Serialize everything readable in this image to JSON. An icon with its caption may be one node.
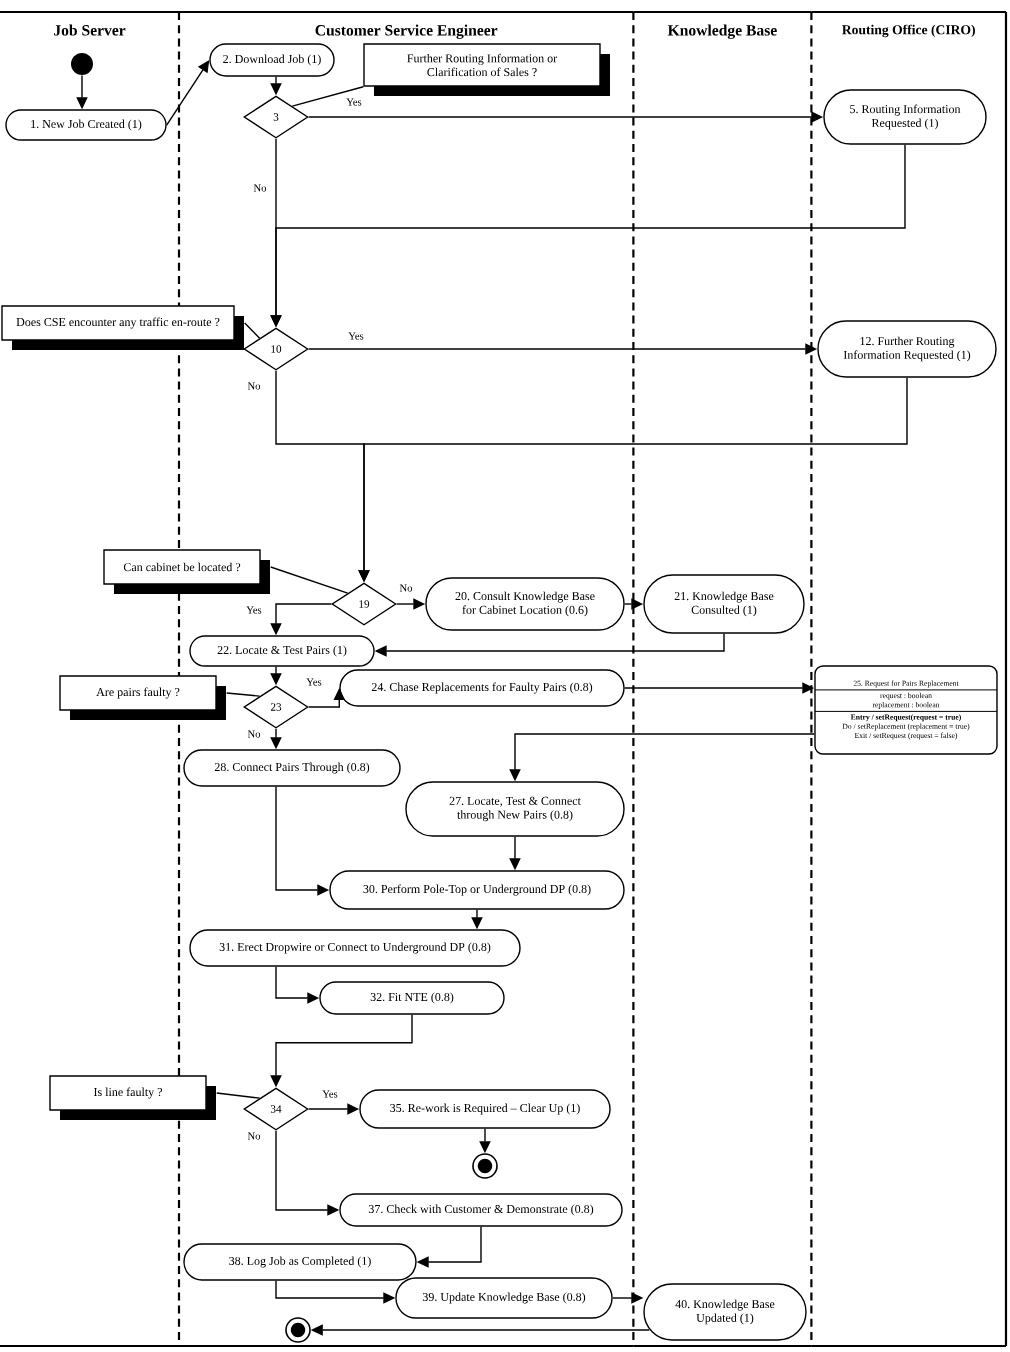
{
  "diagram": {
    "nodes": [
      {
        "text": [
          "Job Server"
        ]
      },
      {
        "text": [
          "Customer Service Engineer"
        ]
      },
      {
        "text": [
          "Knowledge Base"
        ]
      },
      {
        "text": [
          "Routing Office (CIRO)"
        ]
      },
      {
        "text": [],
        "shape": "circle",
        "in": 0
      },
      {
        "text": [
          "1. New Job Created (1)"
        ],
        "in": 0
      },
      {
        "text": [
          "2. Download Job (1)"
        ],
        "in": 1
      },
      {
        "text": [
          "Further Routing Information or Clarification of Sales ?"
        ],
        "in": 1
      },
      {
        "text": [
          "3"
        ],
        "in": 1
      },
      {
        "text": [
          "5. Routing Information Requested (1)"
        ],
        "in": 3
      },
      {
        "text": [
          "Does CSE encounter any traffic en-route ?"
        ]
      },
      {
        "text": [
          "10"
        ],
        "in": 1
      },
      {
        "text": [
          "12. Further Routing Information Requested (1)"
        ],
        "in": 3
      },
      {
        "text": [
          "Can cabinet be located ?"
        ]
      },
      {
        "text": [
          "19"
        ],
        "in": 1
      },
      {
        "text": [
          "20. Consult Knowledge Base for Cabinet Location (0.6)"
        ],
        "in": 1
      },
      {
        "text": [
          "21. Knowledge Base Consulted (1)"
        ],
        "in": 2
      },
      {
        "text": [
          "22. Locate & Test Pairs (1)"
        ],
        "in": 1
      },
      {
        "text": [
          "Are pairs faulty ?"
        ]
      },
      {
        "text": [
          "23"
        ],
        "in": 1
      },
      {
        "text": [
          "24. Chase Replacements for Faulty Pairs (0.8)"
        ],
        "in": 1
      },
      {
        "text": [
          "25. Request for Pairs Replacement",
          "request : boolean",
          "replacement : boolean",
          "Entry / setRequest(request = true)",
          "Do / setReplacement (replacement = true)",
          "Exit / setRequest (request = false)"
        ],
        "in": 3
      },
      {
        "text": [
          "28. Connect Pairs Through (0.8)"
        ],
        "in": 1
      },
      {
        "text": [
          "27. Locate, Test & Connect through New Pairs (0.8)"
        ],
        "in": 1
      },
      {
        "text": [
          "30. Perform Pole-Top or Underground DP (0.8)"
        ],
        "in": 1
      },
      {
        "text": [
          "31. Erect Dropwire or Connect to Underground DP (0.8)"
        ],
        "in": 1
      },
      {
        "text": [
          "32. Fit NTE (0.8)"
        ],
        "in": 1
      },
      {
        "text": [
          "Is line faulty ?"
        ]
      },
      {
        "text": [
          "34"
        ],
        "in": 1
      },
      {
        "text": [
          "35. Re-work is Required – Clear Up (1)"
        ],
        "in": 1
      },
      {
        "text": [],
        "shape": "circle",
        "in": 1
      },
      {
        "text": [
          "37. Check with Customer & Demonstrate (0.8)"
        ],
        "in": 1
      },
      {
        "text": [
          "38. Log Job as Completed (1)"
        ],
        "in": 1
      },
      {
        "text": [
          "39. Update Knowledge Base (0.8)"
        ],
        "in": 1
      },
      {
        "text": [
          "40. Knowledge Base Updated (1)"
        ],
        "in": 2
      },
      {
        "text": [],
        "shape": "circle",
        "in": 1
      }
    ],
    "edges": [
      {
        "from": 4,
        "to": 5,
        "arrow": "to"
      },
      {
        "from": 5,
        "to": 6,
        "arrow": "to"
      },
      {
        "from": 6,
        "to": 8,
        "arrow": "to"
      },
      {
        "from": 7,
        "to": 8,
        "arrow": "none"
      },
      {
        "from": 8,
        "to": 9,
        "arrow": "to",
        "label": "Yes"
      },
      {
        "from": 8,
        "to": 11,
        "arrow": "to",
        "label": "No"
      },
      {
        "from": 9,
        "to": 11,
        "arrow": "to"
      },
      {
        "from": 10,
        "to": 11,
        "arrow": "none"
      },
      {
        "from": 11,
        "to": 12,
        "arrow": "to",
        "label": "Yes"
      },
      {
        "from": 11,
        "to": 14,
        "arrow": "to",
        "label": "No"
      },
      {
        "from": 12,
        "to": 14,
        "arrow": "to"
      },
      {
        "from": 13,
        "to": 14,
        "arrow": "none"
      },
      {
        "from": 14,
        "to": 15,
        "arrow": "to",
        "label": "No"
      },
      {
        "from": 15,
        "to": 16,
        "arrow": "to"
      },
      {
        "from": 14,
        "to": 17,
        "arrow": "to",
        "label": "Yes"
      },
      {
        "from": 16,
        "to": 17,
        "arrow": "to"
      },
      {
        "from": 17,
        "to": 19,
        "arrow": "to"
      },
      {
        "from": 18,
        "to": 19,
        "arrow": "none"
      },
      {
        "from": 19,
        "to": 20,
        "arrow": "to",
        "label": "Yes"
      },
      {
        "from": 19,
        "to": 22,
        "arrow": "to",
        "label": "No"
      },
      {
        "from": 20,
        "to": 21,
        "arrow": "to"
      },
      {
        "from": 21,
        "to": 23,
        "arrow": "to"
      },
      {
        "from": 23,
        "to": 24,
        "arrow": "to"
      },
      {
        "from": 22,
        "to": 24,
        "arrow": "to"
      },
      {
        "from": 24,
        "to": 25,
        "arrow": "to"
      },
      {
        "from": 25,
        "to": 26,
        "arrow": "to"
      },
      {
        "from": 26,
        "to": 28,
        "arrow": "to"
      },
      {
        "from": 27,
        "to": 28,
        "arrow": "none"
      },
      {
        "from": 28,
        "to": 29,
        "arrow": "to",
        "label": "Yes"
      },
      {
        "from": 29,
        "to": 30,
        "arrow": "to"
      },
      {
        "from": 28,
        "to": 31,
        "arrow": "to",
        "label": "No"
      },
      {
        "from": 31,
        "to": 32,
        "arrow": "to"
      },
      {
        "from": 32,
        "to": 33,
        "arrow": "to"
      },
      {
        "from": 33,
        "to": 34,
        "arrow": "to"
      },
      {
        "from": 34,
        "to": 35,
        "arrow": "to"
      }
    ]
  }
}
